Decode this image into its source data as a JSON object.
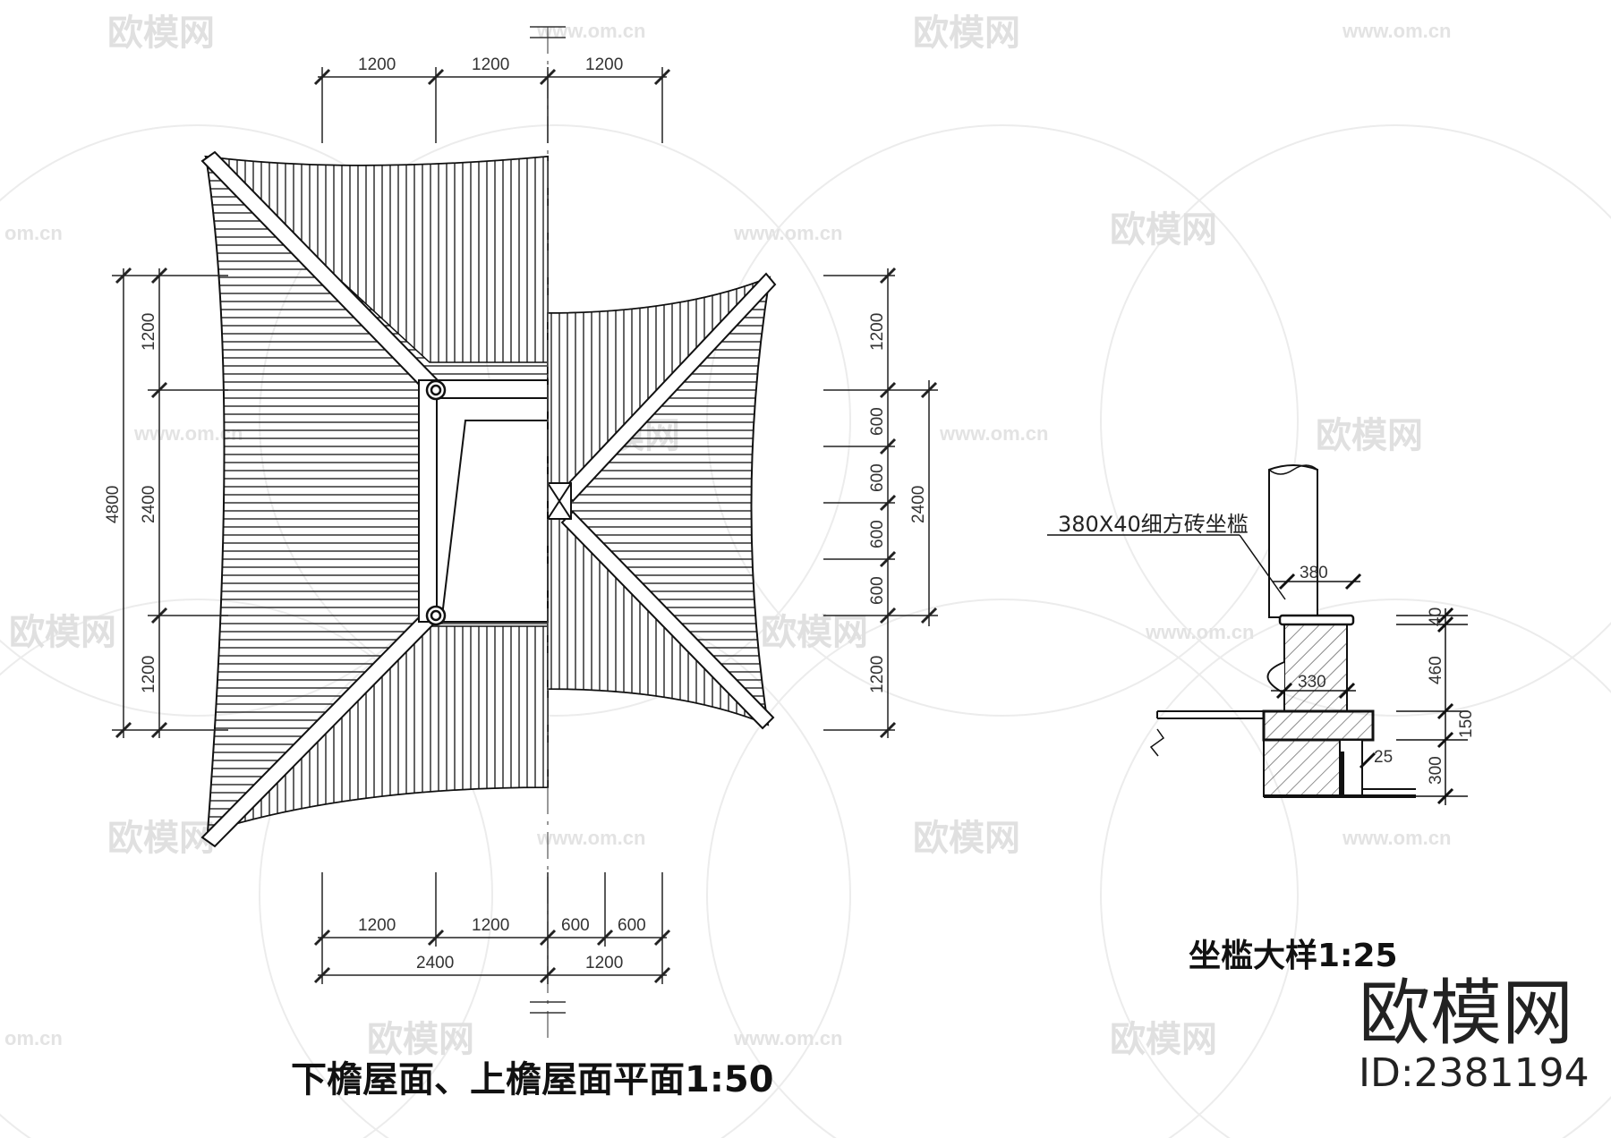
{
  "plan": {
    "title": "下檐屋面、上檐屋面平面1:50",
    "top_dims": [
      "1200",
      "1200",
      "1200"
    ],
    "bottom_dims_row1": [
      "1200",
      "1200",
      "600",
      "600"
    ],
    "bottom_dims_row2": [
      "2400",
      "1200"
    ],
    "left_dims_inner": [
      "1200",
      "2400",
      "1200"
    ],
    "left_dim_total": "4800",
    "right_dims_inner": [
      "1200",
      "600",
      "600",
      "600",
      "600",
      "1200"
    ],
    "right_dim_total": "2400"
  },
  "detail": {
    "title": "坐槛大样1:25",
    "note": "380X40细方砖坐槛",
    "dims": {
      "top_width": "380",
      "mid_width": "330",
      "right_a": "40",
      "right_b": "460",
      "right_c": "150",
      "right_d": "300",
      "step": "25"
    }
  },
  "watermark": {
    "brand": "欧模网",
    "id": "ID:2381194",
    "url_text": "www.om.cn",
    "url_short": "om.cn"
  }
}
